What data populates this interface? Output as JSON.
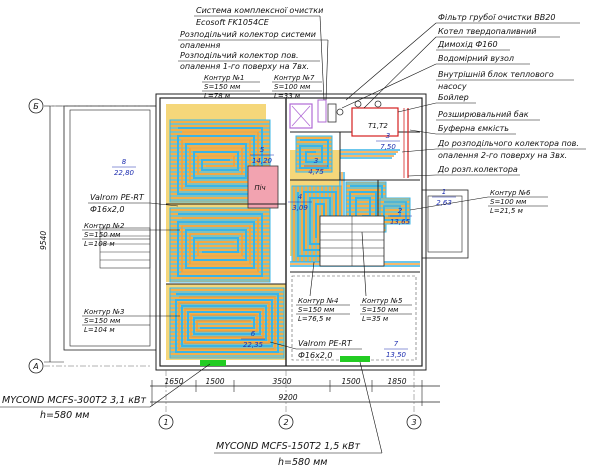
{
  "labels": {
    "system_collector": "Система комплексної очистки",
    "ecosoft": "Ecosoft FK1054CE",
    "collector_heating_1": "Розподільчий колектор системи",
    "collector_heating_2": "опалення",
    "collector_floor_1": "Розподільчий колектор пов.",
    "collector_floor_2": "опалення  1-го поверху на 7вх.",
    "filter": "Фільтр грубої очистки ВВ20",
    "boiler_solid": "Котел твердопаливний",
    "chimney": "Димохід  Ф160",
    "water_node": "Водомірний вузол",
    "indoor_unit_1": "Внутрішній блок теплового",
    "indoor_unit_2": "насосу",
    "boiler": "Бойлер",
    "expansion_tank": "Розширювальний бак",
    "buffer_tank": "Буферна ємкість",
    "to_collector_2_1": "До розподільчого колектора пов.",
    "to_collector_2_2": "опалення  2-го поверху на 3вх.",
    "to_collector": "До розп.колектора",
    "pipe_1": "Valrom PE-RT",
    "pipe_1_size": "Ф16х2,0",
    "pipe_2": "Valrom PE-RT",
    "pipe_2_size": "Ф16х2,0",
    "pech": "Піч",
    "t1t2": "Т1,Т2"
  },
  "circuits": [
    {
      "name": "Контур №1",
      "s": "S=150 мм",
      "l": "L=78 м"
    },
    {
      "name": "Контур №7",
      "s": "S=100 мм",
      "l": "L=33 м"
    },
    {
      "name": "Контур №2",
      "s": "S=150 мм",
      "l": "L=108 м"
    },
    {
      "name": "Контур №3",
      "s": "S=150 мм",
      "l": "L=104 м"
    },
    {
      "name": "Контур №4",
      "s": "S=150 мм",
      "l": "L=76,5 м"
    },
    {
      "name": "Контур №5",
      "s": "S=150 мм",
      "l": "L=35 м"
    },
    {
      "name": "Контур №6",
      "s": "S=100 мм",
      "l": "L=21,5 м"
    }
  ],
  "rooms": [
    {
      "num": "8",
      "area": "22,80"
    },
    {
      "num": "5",
      "area": "14,20"
    },
    {
      "num": "6",
      "area": "22,35"
    },
    {
      "num": "7",
      "area": "13,50"
    },
    {
      "num": "1",
      "area": "2,63"
    },
    {
      "num": "3",
      "area": "7,50"
    },
    {
      "num": "4",
      "area": "3,09"
    },
    {
      "num": "2",
      "area": "13,65"
    },
    {
      "num": "3",
      "area": "4,75"
    }
  ],
  "dimensions": {
    "height": "9540",
    "seg1": "1650",
    "seg2": "1500",
    "seg3": "3500",
    "seg4": "1500",
    "seg5": "1850",
    "total": "9200"
  },
  "axes": {
    "b": "Б",
    "a": "А",
    "n1": "1",
    "n2": "2",
    "n3": "3"
  },
  "heaters": [
    {
      "model": "MYCOND MCFS-300T2 3,1 кВт",
      "h": "h=580 мм"
    },
    {
      "model": "MYCOND MCFS-150T2 1,5 кВт",
      "h": "h=580 мм"
    }
  ],
  "colors": {
    "orange": "#f3a23a",
    "cyan": "#3ab4e6",
    "zone": "#f5d77a",
    "red": "#d42020",
    "green": "#22cc22",
    "pink": "#f2a3b0",
    "purple": "#b16bd6"
  }
}
